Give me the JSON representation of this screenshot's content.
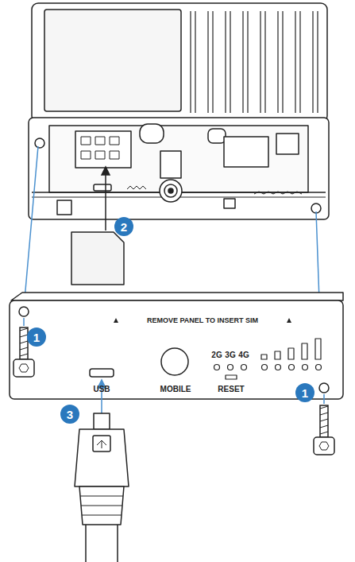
{
  "diagram": {
    "labels": [
      "2",
      "REMOVE PANEL TO INSERT SIM",
      "1",
      "USB",
      "MOBILE",
      "2G",
      "3G",
      "4G",
      "RESET",
      "1",
      "3"
    ]
  }
}
